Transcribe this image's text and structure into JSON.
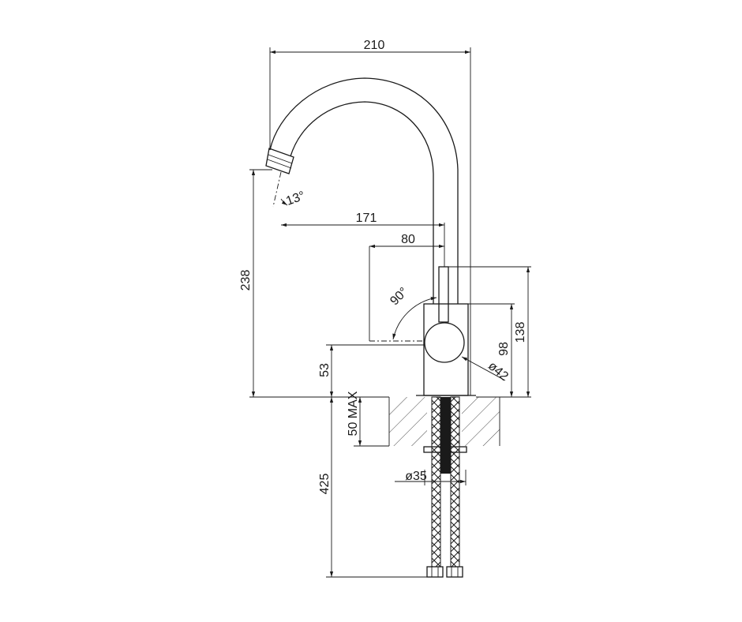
{
  "dimensions": {
    "overall_width": "210",
    "spout_reach": "171",
    "lever_offset": "80",
    "spout_height": "238",
    "lever_top_height": "138",
    "body_height": "98",
    "body_height_above_deck": "53",
    "deck_thickness": "50 MAX",
    "hose_length": "425",
    "spout_angle": "13°",
    "lever_angle": "90°",
    "handle_diameter": "ø42",
    "hole_diameter": "ø35"
  },
  "colors": {
    "line": "#1a1a1a",
    "background": "#ffffff"
  }
}
